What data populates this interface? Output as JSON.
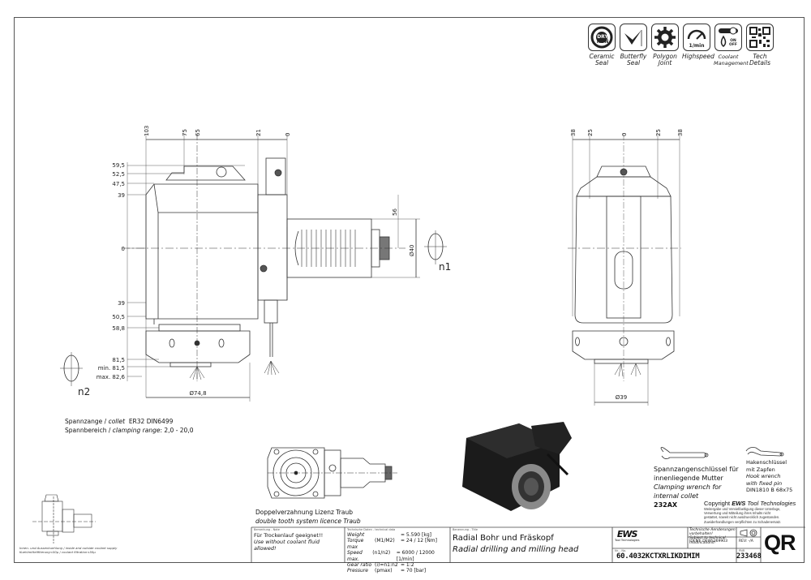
{
  "feature_icons": [
    {
      "icon": "dry-run-icon",
      "label_line1": "Ceramic",
      "label_line2": "Seal",
      "badge": "DRY RUN"
    },
    {
      "icon": "butterfly-seal-icon",
      "label_line1": "Butterfly",
      "label_line2": "Seal"
    },
    {
      "icon": "polygon-gear-icon",
      "label_line1": "Polygon",
      "label_line2": "Joint"
    },
    {
      "icon": "speedometer-icon",
      "label_line1": "Highspeed",
      "label_line2": "",
      "badge": "1/min"
    },
    {
      "icon": "coolant-icon",
      "label_line1": "Coolant",
      "label_line2": "Management",
      "badge": "ON OFF"
    },
    {
      "icon": "qr-code-icon",
      "label_line1": "Tech",
      "label_line2": "Details"
    }
  ],
  "side_view": {
    "top_dims": [
      "103",
      "75",
      "65",
      "21",
      "0"
    ],
    "left_dims": [
      "59,5",
      "52,5",
      "47,5",
      "39",
      "0",
      "39",
      "50,5",
      "58,8",
      "81,5",
      "min. 81,5",
      "max. 82,6"
    ],
    "dim_56": "56",
    "dia_40": "Ø40",
    "dia_74_8": "Ø74,8",
    "n1": "n1",
    "n2": "n2"
  },
  "front_view": {
    "top_dims": [
      "38",
      "25",
      "0",
      "25",
      "38"
    ],
    "dia_39": "Ø39"
  },
  "collet_info": {
    "line1_de": "Spannzange /",
    "line1_en": "collet",
    "line1_val": "ER32   DIN6499",
    "line2_de": "Spannbereich /",
    "line2_en": "clamping range",
    "line2_val": ": 2,0 - 20,0"
  },
  "coolant_caption": {
    "line1": "Innen- und Aussenkuehlung / inside and outside coolant supply",
    "line2": "Kuehlmittelfilterung<50µ / coolant filtration<50µ"
  },
  "double_tooth": {
    "de": "Doppelverzahnung Lizenz Traub",
    "en": "double tooth system licence Traub"
  },
  "wrench_clamping": {
    "de1": "Spannzangenschlüssel für",
    "de2": "innenliegende Mutter",
    "en1": "Clamping wrench for",
    "en2": "internal collet",
    "code": "232AX"
  },
  "wrench_hook": {
    "de1": "Hakenschlüssel",
    "de2": "mit Zapfen",
    "en1": "Hook wrench",
    "en2": "with fixed pin",
    "code": "DIN1810 B 68x75"
  },
  "copyright": {
    "title_prefix": "Copyright ",
    "title_brand": "EWS",
    "title_suffix": " Tool Technologies",
    "lines": [
      "Weitergabe und Vervielfaeltigung dieser Unterlage,",
      "Verwertung und Mitteilung ihres Inhalts nicht",
      "gestattet, soweit nicht ausdruecklich zugestanden.",
      "Zuwiderhandlungen verpflichten zu Schadenersatz."
    ]
  },
  "title_block": {
    "note_header": "Bemerkung - Note",
    "note_de": "Für Trockenlauf geeignet!!",
    "note_en": "Use without coolant fluid allowed!",
    "tech_header": "Technische Daten - technical data",
    "tech_rows": [
      {
        "label": "Weight",
        "sym": "",
        "value": "= 5.590 [kg]"
      },
      {
        "label": "Torque max",
        "sym": "(M1/M2)",
        "value": "= 24 / 12 [Nm]"
      },
      {
        "label": "Speed max.",
        "sym": "(n1/n2)",
        "value": "= 6000 / 12000 [1/min]"
      },
      {
        "label": "Gear ratio",
        "sym": "(i)=n1:n2",
        "value": "= 1:2"
      },
      {
        "label": "Pressure",
        "sym": "(pmax)",
        "value": "= 70 [bar]"
      }
    ],
    "title_header": "Benennung - Title",
    "title_de": "Radial Bohr und Fräskopf",
    "title_en": "Radial drilling and milling head",
    "company": "EWS",
    "company_sub": "Tool Technologies",
    "mod_de": "Technische Aenderungen vorbehalten!",
    "mod_en": "Subject to technical modifications!",
    "ident": "IDENT:  DEWS269903",
    "rev": "REV:  -/A",
    "nr_header": "Nr. - No.",
    "part_no": "60.4032KCTXRLIKDIMIM",
    "pnr_header": "PNR",
    "pnr": "233468",
    "qr": "QR"
  }
}
